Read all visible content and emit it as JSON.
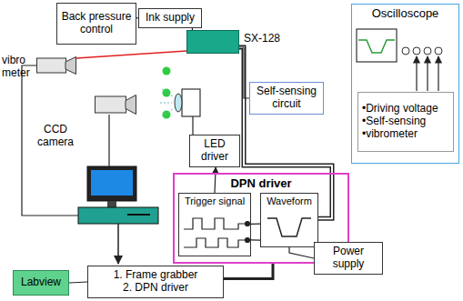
{
  "diagram": {
    "nodes": [
      {
        "text": [
          "Back pressure control"
        ]
      },
      {
        "text": [
          "Ink supply"
        ]
      },
      {
        "text": [
          "SX-128"
        ]
      },
      {
        "text": [
          "vibro meter"
        ]
      },
      {
        "text": [
          "CCD camera"
        ]
      },
      {
        "text": [
          "Self-sensing circuit"
        ]
      },
      {
        "text": [
          "LED driver"
        ]
      },
      {
        "text": [
          "Oscilloscope"
        ]
      },
      {
        "text": [
          "•Driving voltage",
          "•Self-sensing",
          "•vibrometer"
        ],
        "in": 7
      },
      {
        "text": [
          "DPN driver"
        ]
      },
      {
        "text": [
          "Trigger signal"
        ],
        "in": 9
      },
      {
        "text": [
          "Waveform"
        ],
        "in": 9
      },
      {
        "text": [
          "Power supply"
        ]
      },
      {
        "text": [
          "Labview"
        ]
      },
      {
        "text": [
          "1. Frame grabber",
          "2. DPN driver"
        ]
      }
    ],
    "edges": [
      {
        "from": 0,
        "to": 1,
        "arrow": "none"
      },
      {
        "from": 1,
        "to": 2,
        "arrow": "none"
      },
      {
        "from": 3,
        "to": 2,
        "arrow": "none"
      },
      {
        "from": 2,
        "to": 11,
        "arrow": "none"
      },
      {
        "from": 5,
        "to": 2,
        "arrow": "none"
      },
      {
        "from": 10,
        "to": 6,
        "arrow": "to"
      },
      {
        "from": 10,
        "to": 11,
        "arrow": "none"
      },
      {
        "from": 10,
        "to": 11,
        "arrow": "none"
      },
      {
        "from": 11,
        "to": 12,
        "arrow": "none"
      },
      {
        "from": 13,
        "to": 14,
        "arrow": "none"
      },
      {
        "from": 14,
        "to": 9,
        "arrow": "none"
      }
    ]
  }
}
